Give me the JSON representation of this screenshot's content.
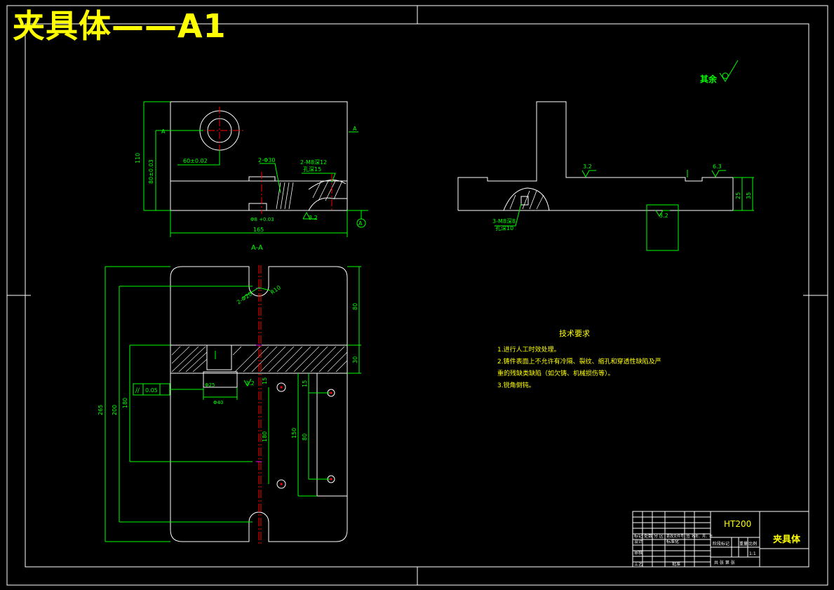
{
  "sheet": {
    "title": "夹具体——A1"
  },
  "drawing": {
    "roughness_note": "其余",
    "section_label": "A-A",
    "section_marker": "A",
    "dims_front": {
      "d_overall_h": "110",
      "d_center_h": "80±0.03",
      "d_hole_pos": "60±0.02",
      "d_slot": "2-Φ30",
      "d_thread": "2-M8深12",
      "d_thread2": "孔深15",
      "d_width": "165",
      "d_small": "Φ8 +0.03",
      "rough1": "3.2"
    },
    "dims_side": {
      "rough_a": "3.2",
      "rough_b": "6.3",
      "d_h1": "25",
      "d_h2": "35",
      "d_thread": "3-M8深8",
      "d_thread2": "孔深10",
      "rough_c": "3.2"
    },
    "dims_plan": {
      "d_total": "265",
      "d_mid": "200",
      "d_inner": "180",
      "d_top": "80",
      "d_band": "30",
      "d_span": "180",
      "d_right1": "150",
      "d_right2": "80",
      "d_r1": "15",
      "d_r2": "15",
      "d_slot_w": "2-Φ20",
      "d_r": "R10",
      "tol": "0.05",
      "d_hole": "Φ25",
      "d_hole2": "Φ40",
      "rough": "3.2"
    },
    "tech_title": "技术要求",
    "tech_notes": [
      "1.进行人工时效处理。",
      "2.铸件表面上不允许有冷隔、裂纹、缩孔和穿透性缺陷及严",
      "重的残缺类缺陷（如欠铸、机械损伤等）。",
      "3.锐角倒钝。"
    ]
  },
  "title_block": {
    "material": "HT200",
    "part_name": "夹具体",
    "labels_row1": [
      "标记",
      "处数",
      "分 区",
      "更改文件号",
      "签 名",
      "年、月、日"
    ],
    "labels_row2": [
      "设计",
      "",
      "",
      "标准化",
      "",
      ""
    ],
    "labels_row3": [
      "审核",
      "",
      "",
      "",
      "",
      ""
    ],
    "labels_row4": [
      "工艺",
      "",
      "",
      "批准",
      "",
      ""
    ],
    "stage_labels": [
      "阶段标记",
      "重量",
      "比例"
    ],
    "scale": "1:1",
    "sheet_info": "共  张  第  张"
  },
  "colors": {
    "background": "#000000",
    "outline": "#ffffff",
    "dimension": "#00ff00",
    "centerline": "#ff0000",
    "title": "#ffff00",
    "hole_marker": "#ff00ff"
  }
}
